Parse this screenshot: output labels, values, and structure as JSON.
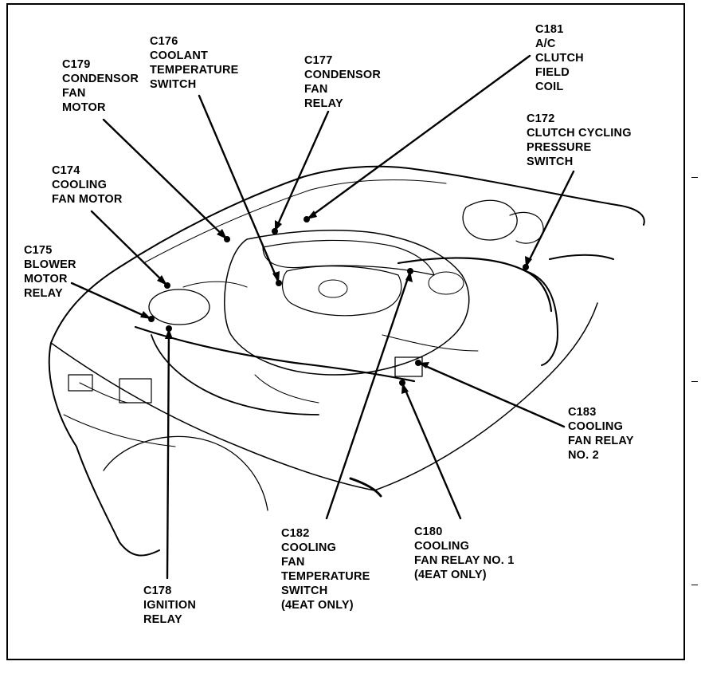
{
  "callouts": [
    {
      "id": "c179",
      "lines": [
        "C179",
        "CONDENSOR",
        "FAN",
        "MOTOR"
      ]
    },
    {
      "id": "c176",
      "lines": [
        "C176",
        "COOLANT",
        "TEMPERATURE",
        "SWITCH"
      ]
    },
    {
      "id": "c177",
      "lines": [
        "C177",
        "CONDENSOR",
        "FAN",
        "RELAY"
      ]
    },
    {
      "id": "c181",
      "lines": [
        "C181",
        "A/C",
        "CLUTCH",
        "FIELD",
        "COIL"
      ]
    },
    {
      "id": "c172",
      "lines": [
        "C172",
        "CLUTCH CYCLING",
        "PRESSURE",
        "SWITCH"
      ]
    },
    {
      "id": "c174",
      "lines": [
        "C174",
        "COOLING",
        "FAN MOTOR"
      ]
    },
    {
      "id": "c175",
      "lines": [
        "C175",
        "BLOWER",
        "MOTOR",
        "RELAY"
      ]
    },
    {
      "id": "c183",
      "lines": [
        "C183",
        "COOLING",
        "FAN RELAY",
        "NO. 2"
      ]
    },
    {
      "id": "c182",
      "lines": [
        "C182",
        "COOLING",
        "FAN",
        "TEMPERATURE",
        "SWITCH",
        "(4EAT ONLY)"
      ]
    },
    {
      "id": "c180",
      "lines": [
        "C180",
        "COOLING",
        "FAN RELAY NO. 1",
        "(4EAT ONLY)"
      ]
    },
    {
      "id": "c178",
      "lines": [
        "C178",
        "IGNITION",
        "RELAY"
      ]
    }
  ]
}
